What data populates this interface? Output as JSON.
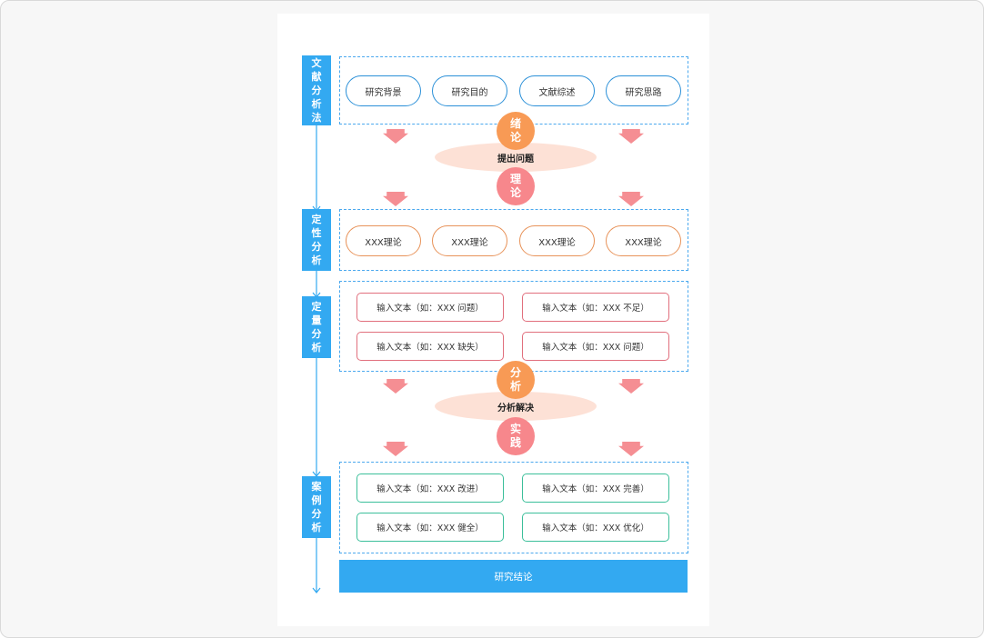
{
  "sides": [
    {
      "label": "文献分析法"
    },
    {
      "label": "定性分析"
    },
    {
      "label": "定量分析"
    },
    {
      "label": "案例分析"
    }
  ],
  "lit_pills": [
    "研究背景",
    "研究目的",
    "文献综述",
    "研究思路"
  ],
  "theory_pills": [
    "XXX理论",
    "XXX理论",
    "XXX理论",
    "XXX理论"
  ],
  "quant_boxes": [
    "输入文本（如：XXX 问题）",
    "输入文本（如：XXX 不足）",
    "输入文本（如：XXX 缺失）",
    "输入文本（如：XXX 问题）"
  ],
  "case_boxes": [
    "输入文本（如：XXX 改进）",
    "输入文本（如：XXX 完善）",
    "输入文本（如：XXX 健全）",
    "输入文本（如：XXX 优化）"
  ],
  "circles": {
    "intro": "绪论",
    "theory": "理论",
    "analysis": "分析",
    "practice": "实践"
  },
  "ellipses": {
    "problem": "提出问题",
    "solve": "分析解决"
  },
  "conclusion": "研究结论",
  "colors": {
    "blue": "#33a9f1",
    "dash_blue": "#4aa8ee",
    "orange": "#f89a55",
    "pink": "#f7878c",
    "red_border": "#e16f7d",
    "green_border": "#3bbf9a",
    "ellipse_fill": "#fde1d6"
  }
}
